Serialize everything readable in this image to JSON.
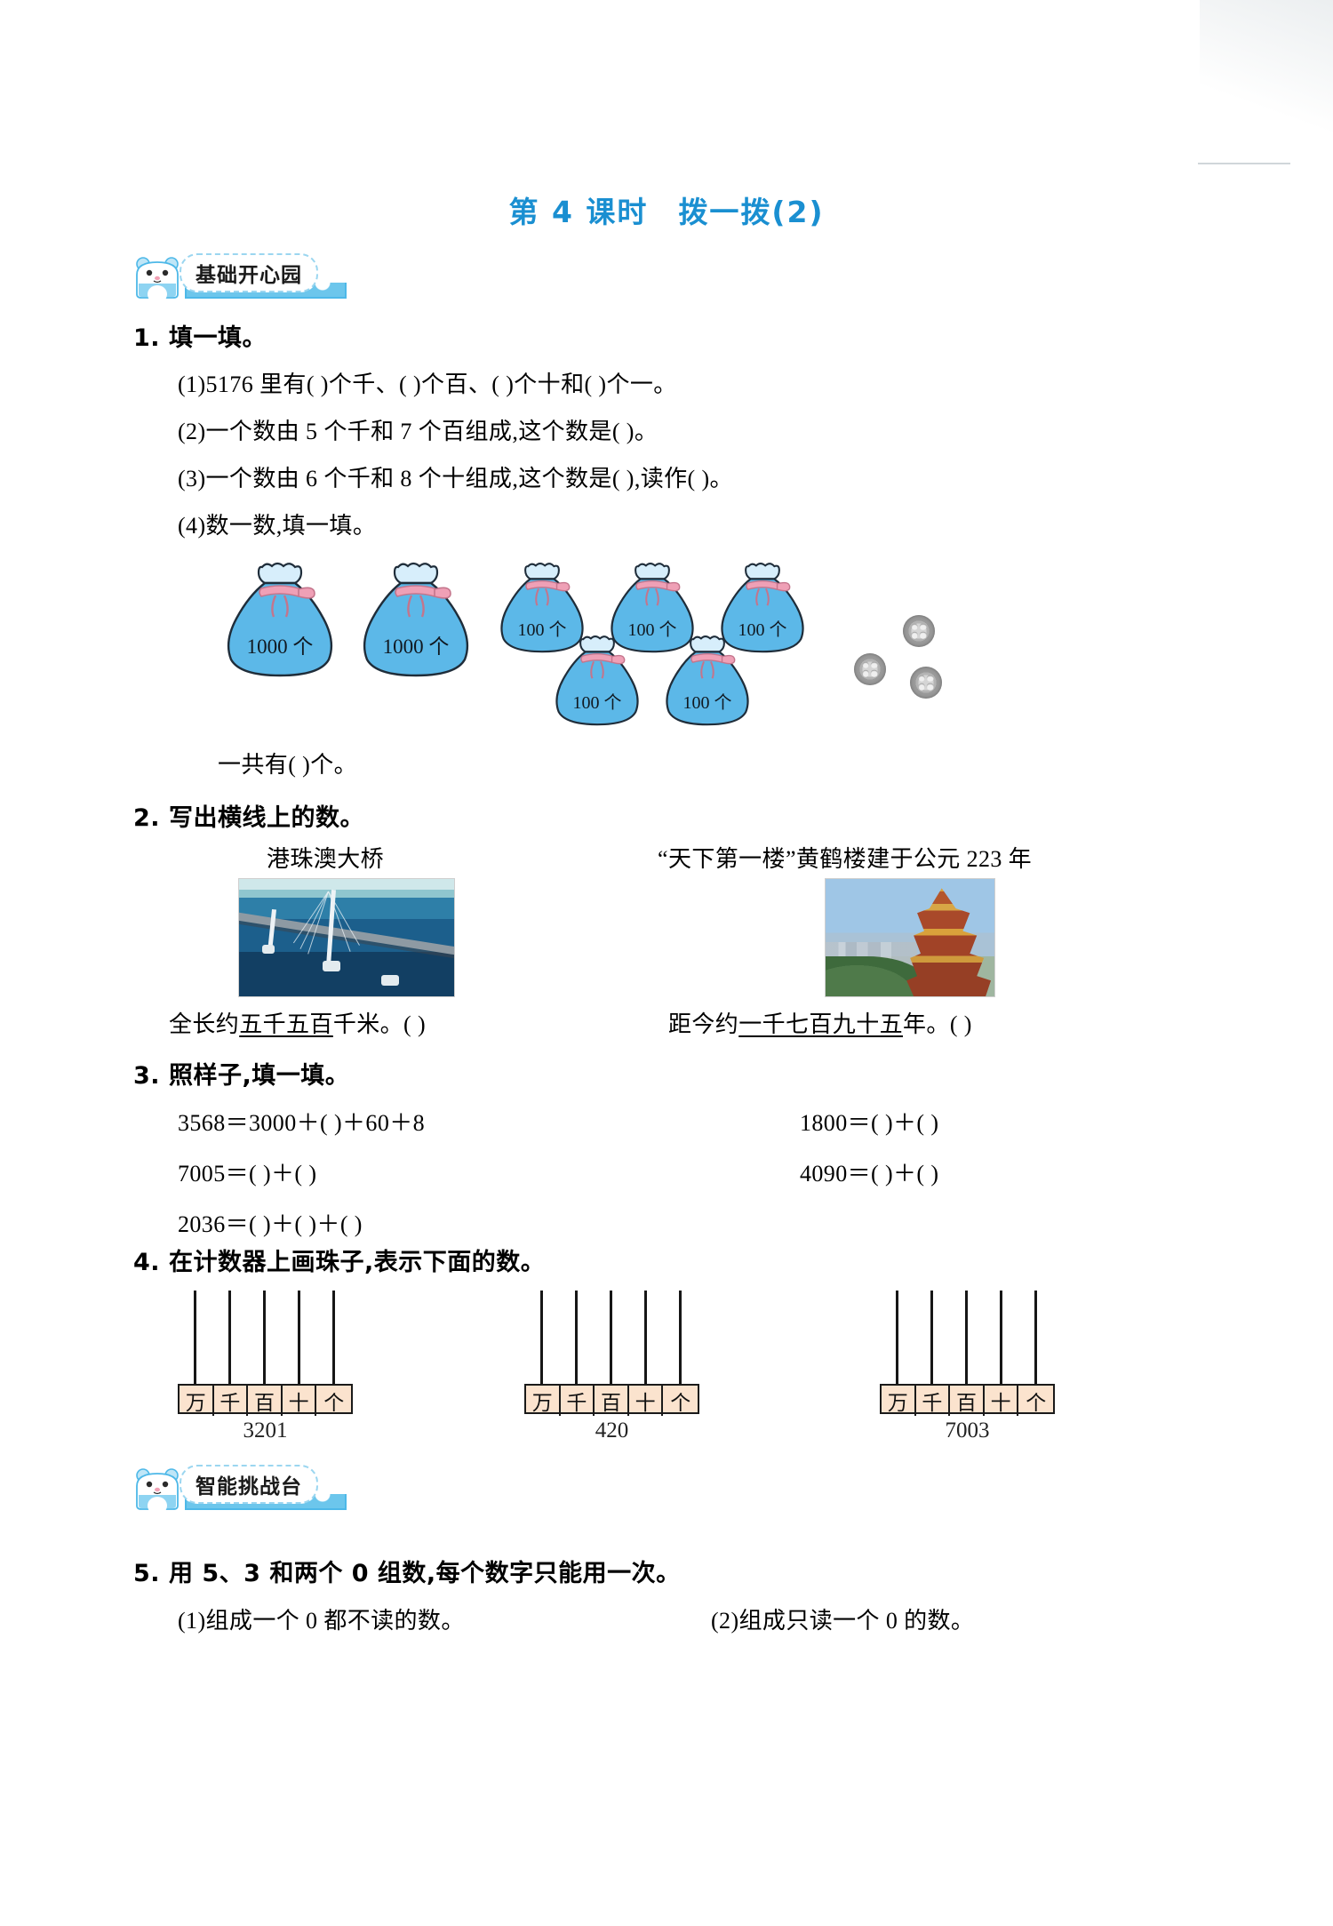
{
  "title": {
    "lesson": "第 4 课时",
    "topic": "拨一拨(2)"
  },
  "sections": [
    {
      "name": "基础开心园"
    },
    {
      "name": "智能挑战台"
    }
  ],
  "q1": {
    "head": "1. 填一填。",
    "items": [
      "(1)5176 里有(        )个千、(        )个百、(        )个十和(        )个一。",
      "(2)一个数由 5 个千和 7 个百组成,这个数是(        )。",
      "(3)一个数由 6 个千和 8 个十组成,这个数是(        ),读作(                )。",
      "(4)数一数,填一填。"
    ],
    "total_line": "一共有(                )个。",
    "bags_big": [
      {
        "label": "1000 个"
      },
      {
        "label": "1000 个"
      }
    ],
    "bags_small": [
      {
        "label": "100 个"
      },
      {
        "label": "100 个"
      },
      {
        "label": "100 个"
      },
      {
        "label": "100 个"
      },
      {
        "label": "100 个"
      }
    ],
    "buttons_count": 3
  },
  "q2": {
    "head": "2. 写出横线上的数。",
    "left": {
      "caption": "港珠澳大桥",
      "photo_name": "hong-kong-zhuhai-macao-bridge-photo",
      "sentence_prefix": "全长约",
      "underlined": "五千五百",
      "sentence_suffix": "千米。(              )"
    },
    "right": {
      "caption": "“天下第一楼”黄鹤楼建于公元 223 年",
      "photo_name": "yellow-crane-tower-photo",
      "sentence_prefix": "距今约",
      "underlined": "一千七百九十五",
      "sentence_suffix": "年。(            )"
    }
  },
  "q3": {
    "head": "3. 照样子,填一填。",
    "left_column": [
      "3568＝3000＋(            )＋60＋8",
      "7005＝(            )＋(            )",
      "2036＝(            )＋(            )＋(            )"
    ],
    "right_column": [
      "1800＝(            )＋(            )",
      "4090＝(            )＋(            )"
    ]
  },
  "q4": {
    "head": "4. 在计数器上画珠子,表示下面的数。",
    "place_labels": [
      "万",
      "千",
      "百",
      "十",
      "个"
    ],
    "counters": [
      {
        "number": "3201"
      },
      {
        "number": "420"
      },
      {
        "number": "7003"
      }
    ]
  },
  "q5": {
    "head": "5. 用 5、3 和两个 0 组数,每个数字只能用一次。",
    "items": [
      "(1)组成一个 0 都不读的数。",
      "(2)组成只读一个 0 的数。"
    ]
  },
  "colors": {
    "title_blue": "#1a8fd1",
    "badge_blue": "#6cc6ec",
    "bag_blue": "#5cb8e8",
    "bag_ribbon_pink": "#efa0b6",
    "abacus_base": "#fbe3ce"
  }
}
